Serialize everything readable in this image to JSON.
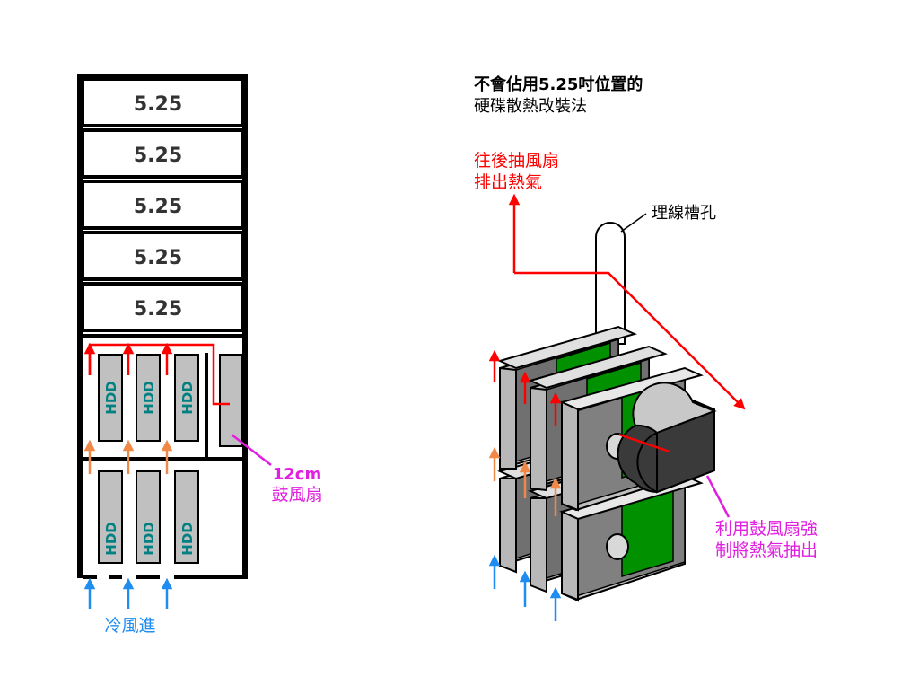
{
  "left_diagram": {
    "bay_labels": [
      "5.25",
      "5.25",
      "5.25",
      "5.25",
      "5.25"
    ],
    "hdd_label": "HDD",
    "fan_label_line1": "12cm",
    "fan_label_line2": "鼓風扇",
    "cold_air_label": "冷風進"
  },
  "right_diagram": {
    "title_line1": "不會佔用5.25吋位置的",
    "title_line2": "硬碟散熱改裝法",
    "exhaust_label_line1": "往後抽風扇",
    "exhaust_label_line2": "排出熱氣",
    "cable_hole_label": "理線槽孔",
    "blower_label_line1": "利用鼓風扇強",
    "blower_label_line2": "制將熱氣抽出"
  },
  "colors": {
    "hot_air": "#ff0000",
    "warm_air": "#f08848",
    "cold_air": "#1e8cf0",
    "label_magenta": "#e020e0",
    "drive_gray": "#c0c0c0",
    "hdd_text": "#008080",
    "pcb_green": "#009000"
  }
}
